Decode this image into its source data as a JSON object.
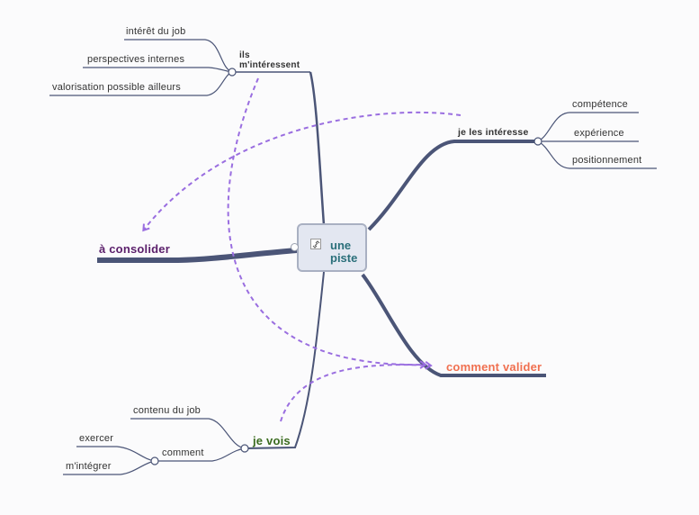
{
  "central": {
    "line1": "une",
    "line2": "piste",
    "icon": "link-icon"
  },
  "branches": {
    "ils_minteressent": {
      "line1": "ils",
      "line2": "m'intéressent",
      "children": [
        "intérêt du job",
        "perspectives internes",
        "valorisation possible ailleurs"
      ]
    },
    "je_les_interesse": {
      "label": "je les intéresse",
      "children": [
        "compétence",
        "expérience",
        "positionnement"
      ]
    },
    "a_consolider": {
      "label": "à consolider",
      "color": "#5b1f6b"
    },
    "comment_valider": {
      "label": "comment valider",
      "color": "#f07050"
    },
    "je_vois": {
      "label": "je vois",
      "color": "#3a6b1e",
      "children": [
        "contenu du job",
        "comment"
      ],
      "comment_children": [
        "exercer",
        "m'intégrer"
      ]
    }
  },
  "colors": {
    "branch": "#4b5577",
    "arrow": "#9a6ee0"
  }
}
